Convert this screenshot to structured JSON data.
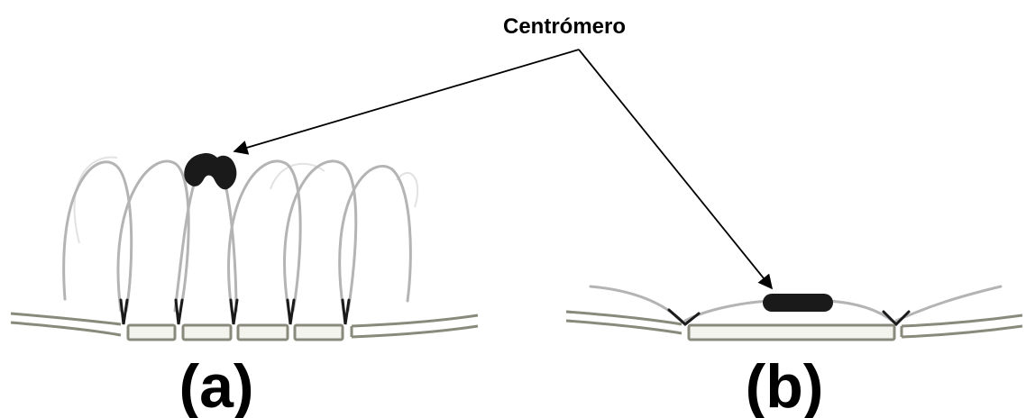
{
  "labels": {
    "centromere": "Centrómero",
    "panel_a": "(a)",
    "panel_b": "(b)"
  },
  "colors": {
    "background": "#ffffff",
    "chromatin_loop": "#b4b4b4",
    "centromere": "#1a1a1a",
    "membrane": "#8a8a7c",
    "text": "#000000"
  }
}
